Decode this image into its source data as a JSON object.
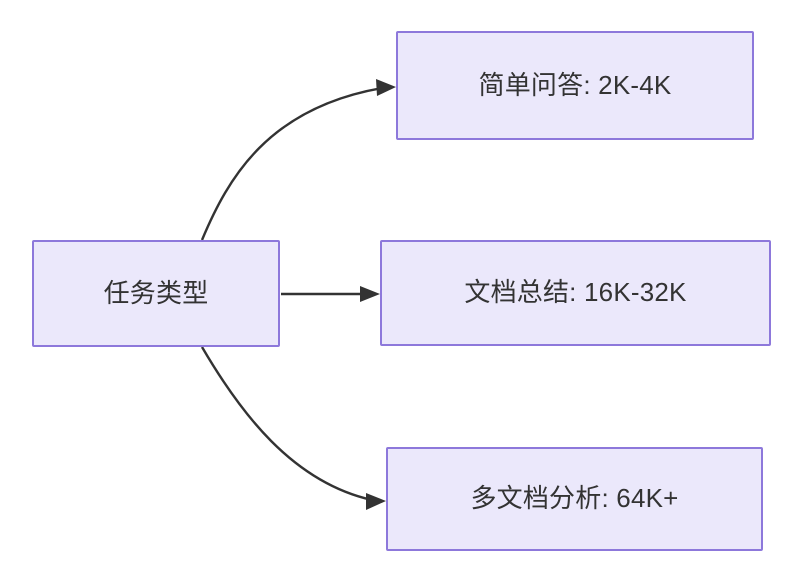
{
  "diagram": {
    "type": "flowchart",
    "direction": "left-to-right",
    "background_color": "#ffffff",
    "node_fill_color": "#ebe8fb",
    "node_border_color": "#8d78db",
    "text_color": "#333333",
    "edge_color": "#333333",
    "nodes": {
      "root": {
        "id": "root",
        "label": "任务类型"
      },
      "simple_qa": {
        "id": "simple_qa",
        "label": "简单问答: 2K-4K"
      },
      "doc_summary": {
        "id": "doc_summary",
        "label": "文档总结: 16K-32K"
      },
      "multidoc": {
        "id": "multidoc",
        "label": "多文档分析: 64K+"
      }
    },
    "edges": [
      {
        "from": "root",
        "to": "simple_qa",
        "label": "",
        "style": "curved-arrow"
      },
      {
        "from": "root",
        "to": "doc_summary",
        "label": "",
        "style": "straight-arrow"
      },
      {
        "from": "root",
        "to": "multidoc",
        "label": "",
        "style": "curved-arrow"
      }
    ]
  }
}
